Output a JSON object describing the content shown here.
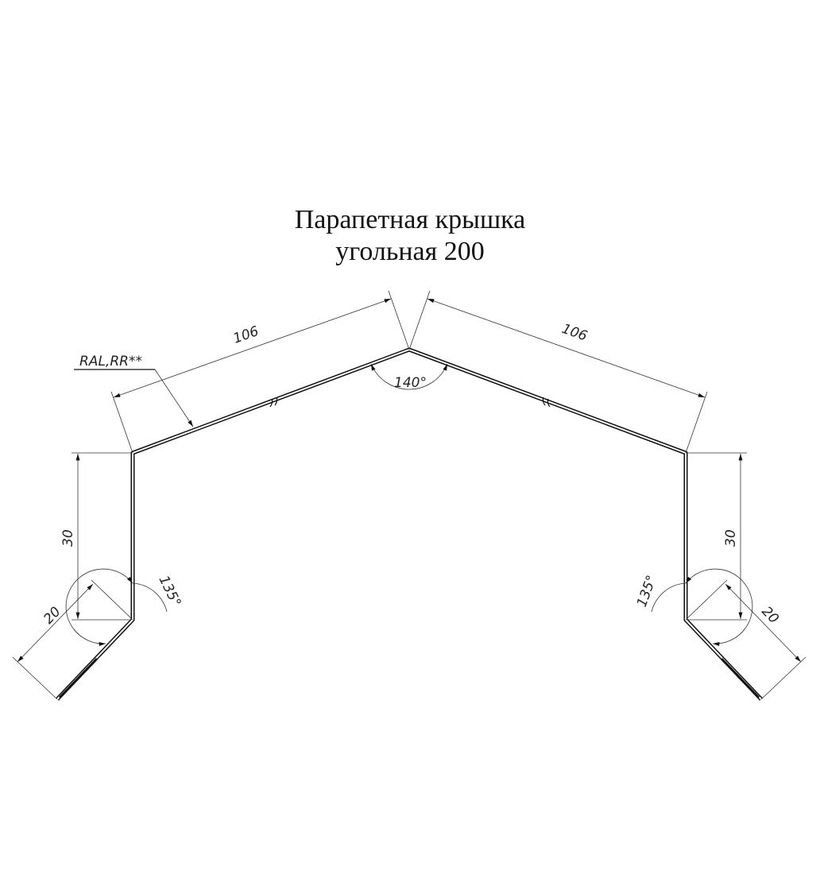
{
  "title": {
    "line1": "Парапетная крышка",
    "line2": "угольная 200"
  },
  "dimensions": {
    "slope_left": "106",
    "slope_right": "106",
    "apex_angle": "140°",
    "wall_left": "30",
    "wall_right": "30",
    "lip_left": "20",
    "lip_right": "20",
    "bend_left": "135°",
    "bend_right": "135°"
  },
  "coating_label": "RAL,RR**"
}
